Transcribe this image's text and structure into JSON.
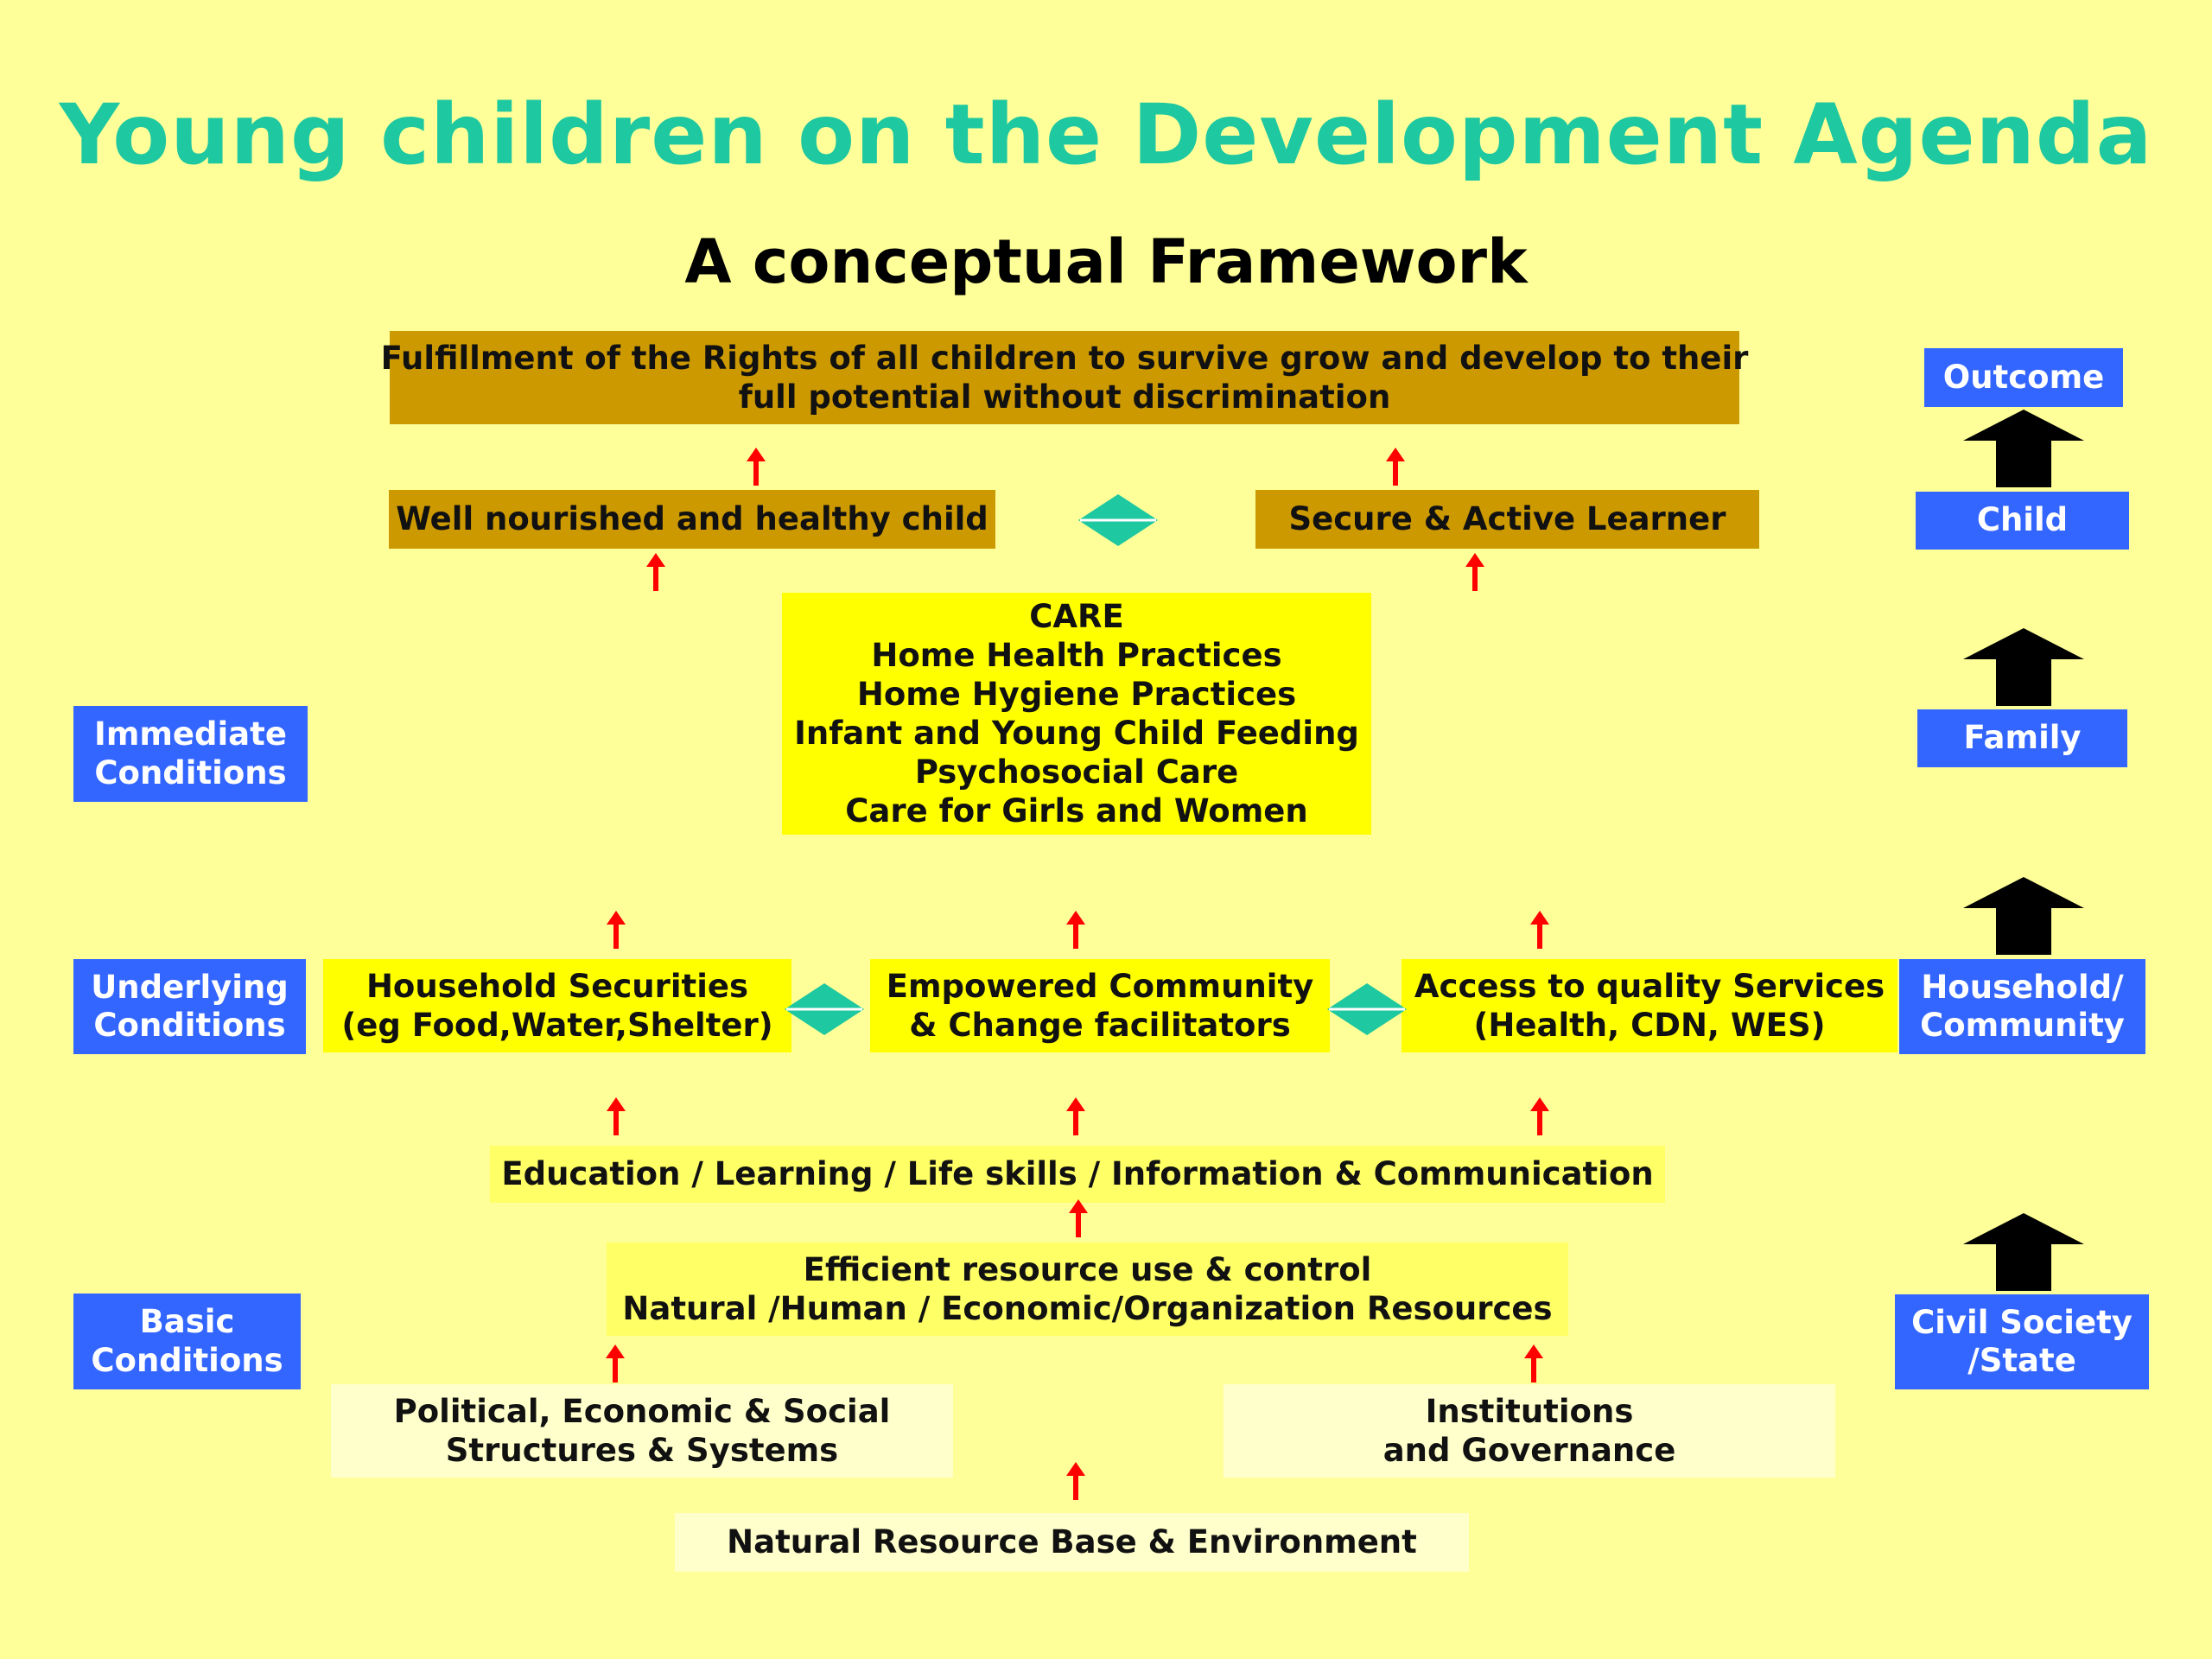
{
  "title": "Young children on the Development Agenda",
  "subtitle": "A conceptual Framework",
  "colors": {
    "background": "#ffff99",
    "title": "#1ec8a0",
    "gold_box": "#cc9900",
    "yellow_box": "#ffff00",
    "pale_box": "#ffff66",
    "cream_box": "#ffffcc",
    "side_box": "#3366ff",
    "small_arrow": "#ff0000",
    "big_arrow": "#000000",
    "diamond": "#1ec8a0"
  },
  "outcome_box": [
    "Fulfillment of the Rights of all children to survive grow and develop to their",
    "full potential without discrimination"
  ],
  "nourished_box": [
    "Well nourished and healthy child"
  ],
  "learner_box": [
    "Secure & Active Learner"
  ],
  "care_box": [
    "CARE",
    "Home Health Practices",
    "Home Hygiene Practices",
    "Infant and Young Child Feeding",
    "Psychosocial Care",
    "Care for Girls and Women"
  ],
  "household_box": [
    "Household Securities",
    "(eg Food,Water,Shelter)"
  ],
  "community_box": [
    "Empowered Community",
    "& Change facilitators"
  ],
  "services_box": [
    "Access to quality Services",
    "(Health, CDN, WES)"
  ],
  "education_box": [
    "Education / Learning / Life skills / Information & Communication"
  ],
  "resource_box": [
    "Efficient resource use & control",
    "Natural /Human / Economic/Organization Resources"
  ],
  "structures_box": [
    "Political, Economic & Social",
    "Structures & Systems"
  ],
  "institutions_box": [
    "Institutions",
    "and Governance"
  ],
  "environment_box": [
    "Natural Resource Base & Environment"
  ],
  "left_labels": {
    "immediate": [
      "Immediate",
      "Conditions"
    ],
    "underlying": [
      "Underlying",
      "Conditions"
    ],
    "basic": [
      "Basic",
      "Conditions"
    ]
  },
  "right_labels": {
    "outcome": [
      "Outcome"
    ],
    "child": [
      "Child"
    ],
    "family": [
      "Family"
    ],
    "household": [
      "Household/",
      "Community"
    ],
    "civil": [
      "Civil Society",
      "/State"
    ]
  }
}
